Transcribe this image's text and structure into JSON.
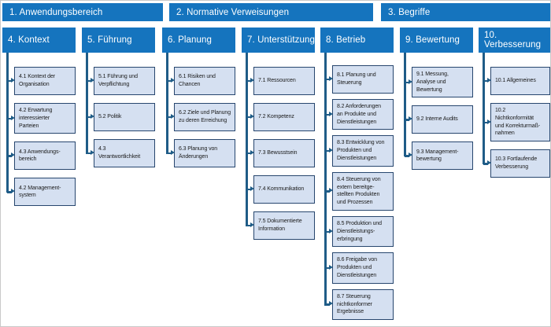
{
  "palette": {
    "header_bg": "#1574BE",
    "header_text": "#FFFFFF",
    "box_bg": "#D5E0F1",
    "box_border": "#27466E",
    "connector": "#1F5C87",
    "box_text": "#1A1A1A",
    "background": "#FFFFFF"
  },
  "top_sections": [
    {
      "label": "1. Anwendungsbereich"
    },
    {
      "label": "2. Normative Verweisungen"
    },
    {
      "label": "3. Begriffe"
    }
  ],
  "columns": [
    {
      "header": "4. Kontext",
      "items": [
        "4.1 Kontext der\nOrganisation",
        "4.2 Erwartung\ninteressierter\nParteien",
        "4.3 Anwendungs-\nbereich",
        "4.2 Management-\nsystem"
      ]
    },
    {
      "header": "5. Führung",
      "items": [
        "5.1 Führung und\nVerpflichtung",
        "5.2 Politik",
        "4.3\nVerantwortlichkeit"
      ]
    },
    {
      "header": "6. Planung",
      "items": [
        "6.1 Risiken und\nChancen",
        "6.2 Ziele und Planung\nzu deren Erreichung",
        "6.3 Planung von\nÄnderungen"
      ]
    },
    {
      "header": "7. Unterstützung",
      "items": [
        "7.1 Ressourcen",
        "7.2 Kompetenz",
        "7.3 Bewusstsein",
        "7.4 Kommunikation",
        "7.5 Dokumentierte\nInformation"
      ]
    },
    {
      "header": "8. Betrieb",
      "items": [
        "8.1 Planung und\nSteuerung",
        "8.2 Anforderungen\nan Produkte und\nDienstleistungen",
        "8.3 Entwicklung von\nProdukten und\nDienstleistungen",
        "8.4 Steuerung von\nextern bereitge-\nstellten Produkten\nund Prozessen",
        "8.5 Produktion und\nDienstleistungs-\nerbringung",
        "8.6 Freigabe von\nProdukten und\nDienstleistungen",
        "8.7 Steuerung\nnichtkonformer\nErgebnisse"
      ]
    },
    {
      "header": "9. Bewertung",
      "items": [
        "9.1 Messung,\nAnalyse und\nBewertung",
        "9.2 Interne Audits",
        "9.3 Management-\nbewertung"
      ]
    },
    {
      "header": "10. Verbesserung",
      "items": [
        "10.1 Allgemeines",
        "10.2\nNichtkonformität\nund Korrekturmaß-\nnahmen",
        "10.3 Fortlaufende\nVerbesserung"
      ]
    }
  ]
}
